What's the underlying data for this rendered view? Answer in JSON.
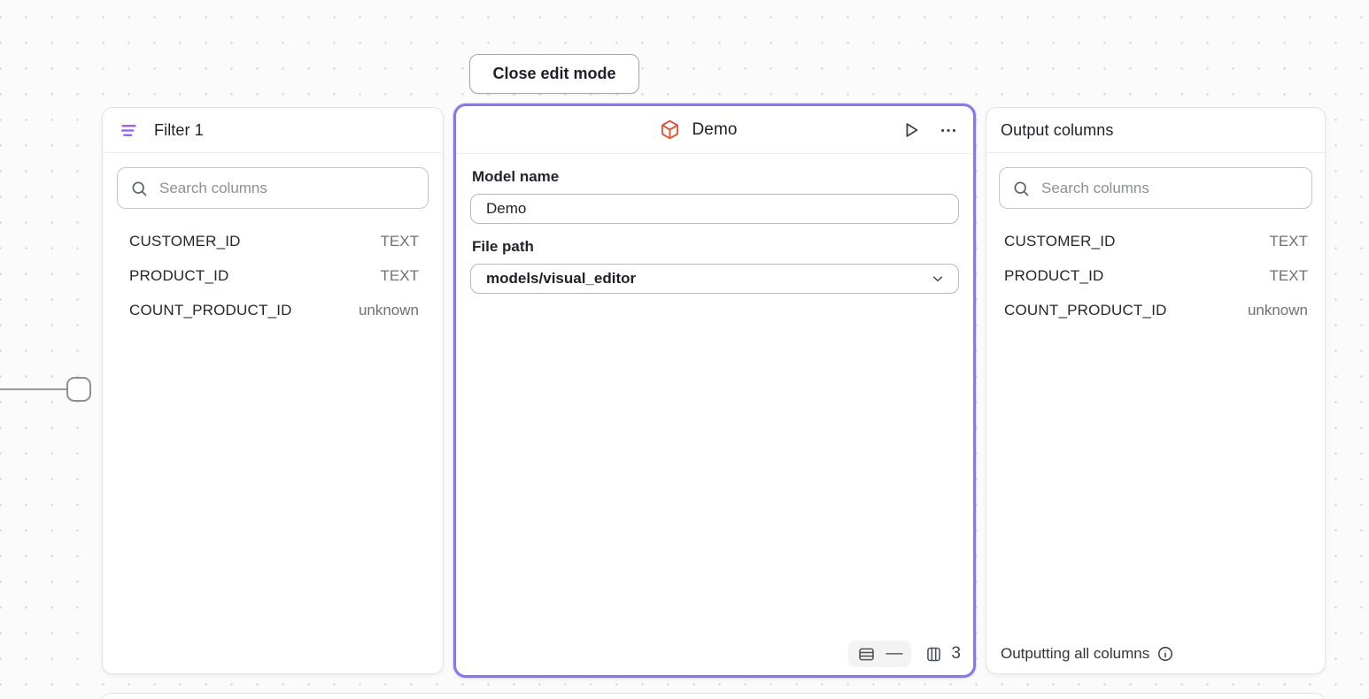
{
  "toolbar": {
    "close_edit_mode_label": "Close edit mode"
  },
  "filter_panel": {
    "title": "Filter 1",
    "search_placeholder": "Search columns",
    "columns": [
      {
        "name": "CUSTOMER_ID",
        "type": "TEXT"
      },
      {
        "name": "PRODUCT_ID",
        "type": "TEXT"
      },
      {
        "name": "COUNT_PRODUCT_ID",
        "type": "unknown"
      }
    ]
  },
  "model_panel": {
    "title": "Demo",
    "model_name": {
      "label": "Model name",
      "value": "Demo"
    },
    "file_path": {
      "label": "File path",
      "value": "models/visual_editor"
    },
    "stats": {
      "row_count": "—",
      "column_count": "3"
    }
  },
  "output_panel": {
    "title": "Output columns",
    "search_placeholder": "Search columns",
    "columns": [
      {
        "name": "CUSTOMER_ID",
        "type": "TEXT"
      },
      {
        "name": "PRODUCT_ID",
        "type": "TEXT"
      },
      {
        "name": "COUNT_PRODUCT_ID",
        "type": "unknown"
      }
    ],
    "footer_text": "Outputting all columns"
  },
  "icons": {
    "filter": "filter-lines",
    "search": "magnifier",
    "model": "cube-outline",
    "run": "play-outline",
    "menu": "ellipsis-horizontal",
    "rows": "table-rows",
    "columns": "table-columns",
    "chevron": "chevron-down",
    "info": "info-circle"
  },
  "colors": {
    "accent": "#8678ea",
    "filter_icon": "#8b5cf6",
    "model_icon": "#e0543c"
  }
}
